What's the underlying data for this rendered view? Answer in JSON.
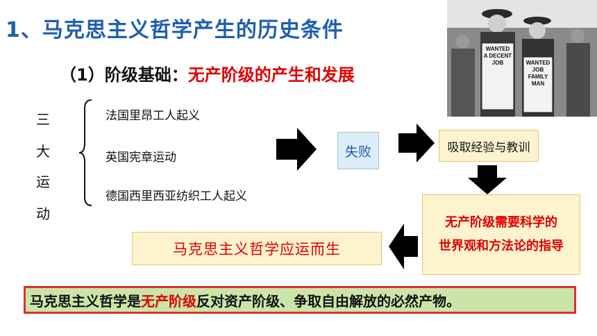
{
  "title": "1、马克思主义哲学产生的历史条件",
  "subtitle": {
    "prefix": "（1）阶级基础：",
    "highlight": "无产阶级的产生和发展"
  },
  "photo": {
    "signs": [
      "WANTED A DECENT JOB",
      "WANTED JOB FAMILY MAN"
    ]
  },
  "side_label": [
    "三",
    "大",
    "运",
    "动"
  ],
  "movements": [
    "法国里昂工人起义",
    "英国宪章运动",
    "德国西里西亚纺织工人起义"
  ],
  "fail_label": "失败",
  "learn_label": "吸取经验与教训",
  "need_lines": [
    "无产阶级需要科学的",
    "世界观和方法论的指导"
  ],
  "born_label": "马克思主义哲学应运而生",
  "conclusion": {
    "part1": "马克思主义哲学是",
    "highlight": "无产阶级",
    "part2": "反对资产阶级、争取自由解放的必然产物。"
  },
  "colors": {
    "title_blue": "#1f5fae",
    "emphasis_red": "#e00000",
    "box_yellow": "#fdf3cf",
    "box_blue": "#dbeef6",
    "conclusion_green": "#c9e6a8"
  }
}
